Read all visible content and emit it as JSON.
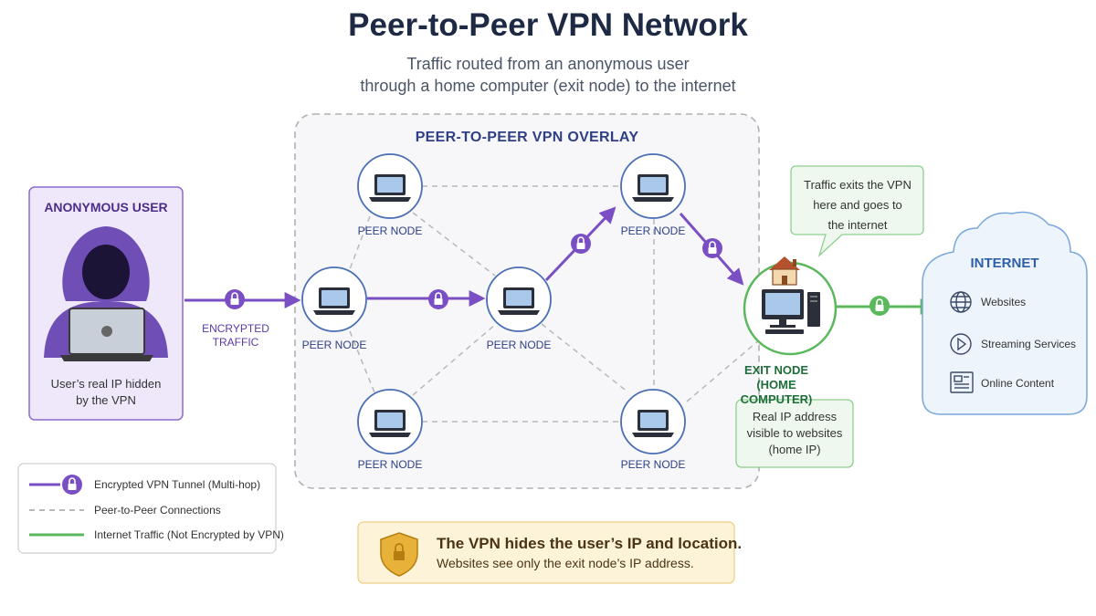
{
  "title": "Peer-to-Peer VPN Network",
  "subtitle_line1": "Traffic routed from an anonymous user",
  "subtitle_line2": "through a home computer (exit node) to the internet",
  "overlay": {
    "label": "PEER-TO-PEER VPN OVERLAY"
  },
  "user": {
    "title": "ANONYMOUS USER",
    "note_line1": "User’s real IP hidden",
    "note_line2": "by the VPN"
  },
  "encrypted_label_line1": "ENCRYPTED",
  "encrypted_label_line2": "TRAFFIC",
  "peers": [
    {
      "label": "PEER NODE"
    },
    {
      "label": "PEER NODE"
    },
    {
      "label": "PEER NODE"
    },
    {
      "label": "PEER NODE"
    },
    {
      "label": "PEER NODE"
    },
    {
      "label": "PEER NODE"
    }
  ],
  "exit_node": {
    "title_line1": "EXIT NODE",
    "title_line2": "(HOME COMPUTER)",
    "note_line1": "Real IP address",
    "note_line2": "visible to websites",
    "note_line3": "(home IP)",
    "bubble_line1": "Traffic exits the VPN",
    "bubble_line2": "here and goes to",
    "bubble_line3": "the internet"
  },
  "internet": {
    "title": "INTERNET",
    "items": [
      {
        "label": "Websites",
        "icon": "globe-icon"
      },
      {
        "label": "Streaming Services",
        "icon": "play-icon"
      },
      {
        "label": "Online Content",
        "icon": "document-icon"
      }
    ]
  },
  "legend": [
    {
      "label": "Encrypted VPN Tunnel (Multi-hop)"
    },
    {
      "label": "Peer-to-Peer Connections"
    },
    {
      "label": "Internet Traffic (Not Encrypted by VPN)"
    }
  ],
  "note": {
    "title": "The VPN hides the user’s IP and location.",
    "body": "Websites see only the exit node’s IP address."
  },
  "colors": {
    "tunnel": "#7b4fc4",
    "peer_link": "#b8b8b8",
    "internet_link": "#5cb85c",
    "node_border": "#4a6fb5",
    "exit_border": "#5cb85c"
  }
}
